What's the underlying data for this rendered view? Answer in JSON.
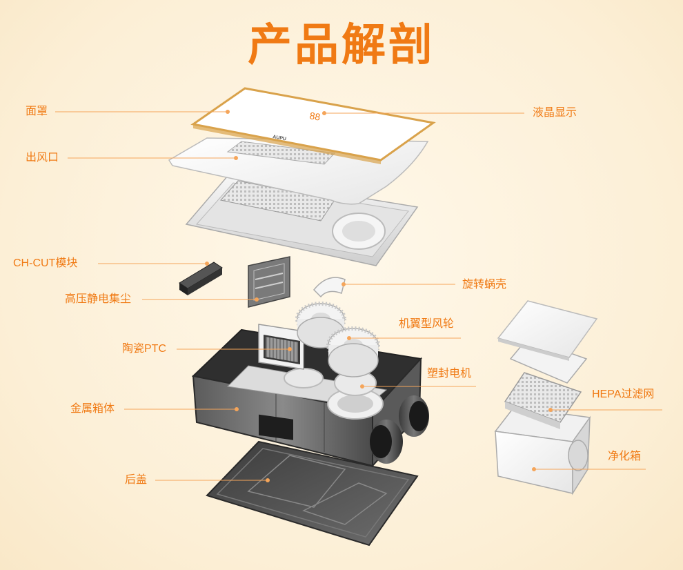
{
  "title": "产品解剖",
  "colors": {
    "accent": "#f07a14",
    "line": "#f5a55a",
    "background": "#fdf3df"
  },
  "parts": {
    "face_cover": "面罩",
    "lcd_display": "液晶显示",
    "air_outlet": "出风口",
    "ch_cut": "CH-CUT模块",
    "scroll_housing": "旋转蜗壳",
    "electrostatic": "高压静电集尘",
    "wing_fan": "机翼型风轮",
    "ceramic_ptc": "陶瓷PTC",
    "sealed_motor": "塑封电机",
    "metal_box": "金属箱体",
    "hepa": "HEPA过滤网",
    "purify_box": "净化箱",
    "back_cover": "后盖"
  },
  "brand_mark": "AUPU"
}
